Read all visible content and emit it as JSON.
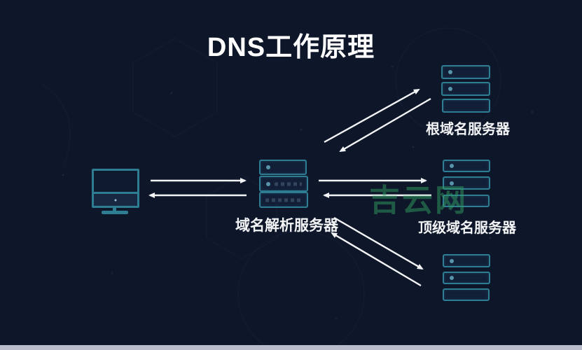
{
  "title": "DNS工作原理",
  "colors": {
    "background": "#0e1629",
    "server_border": "#2e7d93",
    "arrow": "#f2f4f6",
    "label_text": "#f2f4f6",
    "watermark_green": "#2f9e5f",
    "bottom_bar": "#b9bdc9"
  },
  "icons": {
    "client": "computer-monitor-icon",
    "resolver": "server-rack-icon",
    "root": "server-rack-icon",
    "tld": "server-rack-icon",
    "auth": "server-rack-icon"
  },
  "nodes": {
    "resolver": {
      "label": "域名解析服务器"
    },
    "root": {
      "label": "根域名服务器"
    },
    "tld": {
      "label": "顶级域名服务器"
    },
    "auth": {
      "label": ""
    }
  },
  "watermark": "吉云网",
  "arrows": [
    {
      "name": "client-to-resolver",
      "direction": "right"
    },
    {
      "name": "resolver-to-client",
      "direction": "left"
    },
    {
      "name": "resolver-to-root",
      "direction": "up-right"
    },
    {
      "name": "root-to-resolver",
      "direction": "down-left"
    },
    {
      "name": "resolver-to-tld",
      "direction": "right"
    },
    {
      "name": "tld-to-resolver",
      "direction": "left"
    },
    {
      "name": "resolver-to-auth",
      "direction": "down-right"
    },
    {
      "name": "auth-to-resolver",
      "direction": "up-left"
    }
  ]
}
